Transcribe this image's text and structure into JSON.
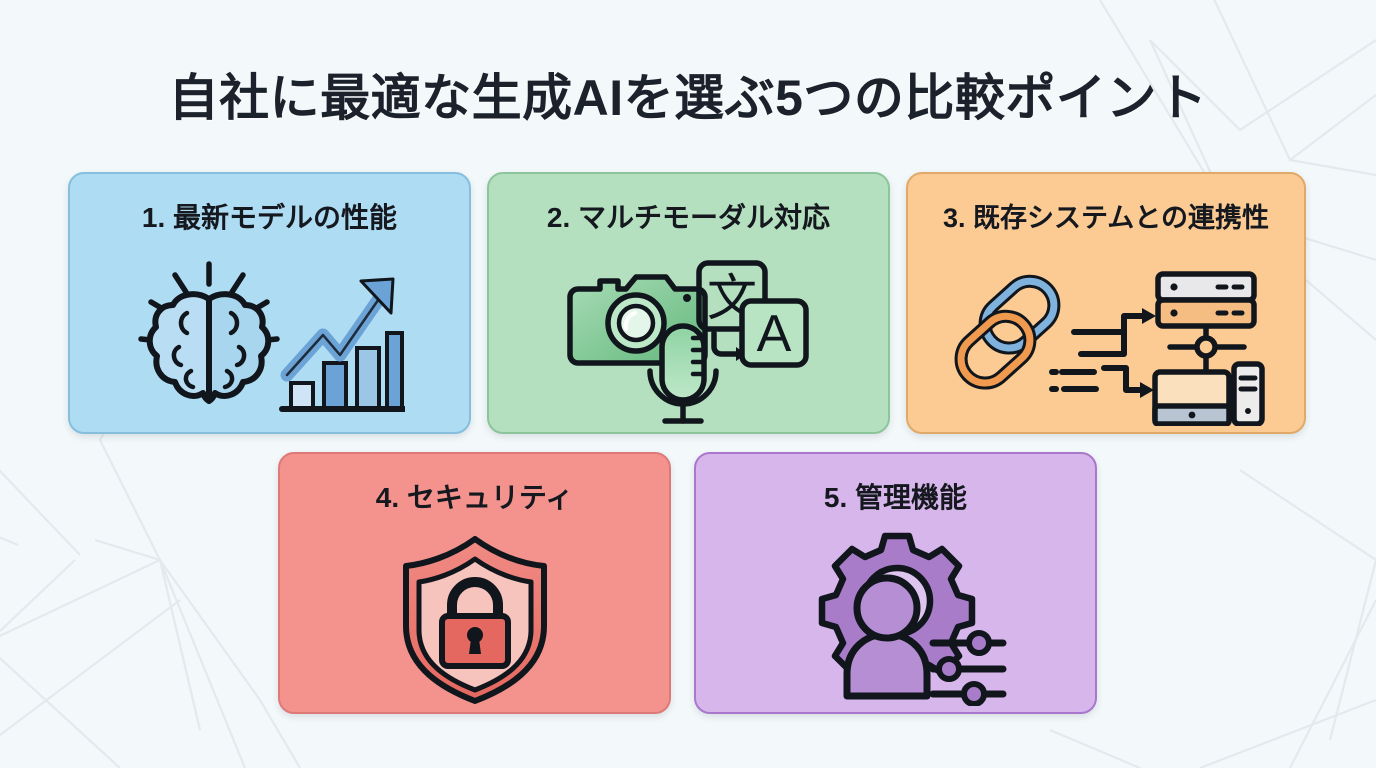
{
  "slide": {
    "title": "自社に最適な生成AIを選ぶ5つの比較ポイント",
    "background_color": "#f3f8fa",
    "pattern": "low-poly-network-lines",
    "pattern_color": "#e2e9ed"
  },
  "cards": [
    {
      "id": 1,
      "number": "1.",
      "title": "1. 最新モデルの性能",
      "icon": "brain-growth-chart-icon",
      "fill_color": "#aedcf2",
      "border_color": "#85bfdd",
      "accent_color": "#5b9bd5",
      "row": 1
    },
    {
      "id": 2,
      "number": "2.",
      "title": "2. マルチモーダル対応",
      "icon": "camera-microphone-translate-icon",
      "fill_color": "#b5e0bf",
      "border_color": "#8cc49b",
      "accent_color": "#63b87c",
      "row": 1
    },
    {
      "id": 3,
      "number": "3.",
      "title": "3. 既存システムとの連携性",
      "icon": "chain-link-server-computer-icon",
      "fill_color": "#fbcb93",
      "border_color": "#e0a96a",
      "accent_color": "#ed9a4c",
      "row": 1
    },
    {
      "id": 4,
      "number": "4.",
      "title": "4. セキュリティ",
      "icon": "shield-lock-icon",
      "fill_color": "#f4938e",
      "border_color": "#dd7a78",
      "accent_color": "#e4685f",
      "row": 2
    },
    {
      "id": 5,
      "number": "5.",
      "title": "5. 管理機能",
      "icon": "user-gear-sliders-icon",
      "fill_color": "#d7b6ec",
      "border_color": "#a977cc",
      "accent_color": "#9b63c6",
      "row": 2
    }
  ],
  "icon_labels": {
    "translate_source": "文",
    "translate_target": "A"
  }
}
